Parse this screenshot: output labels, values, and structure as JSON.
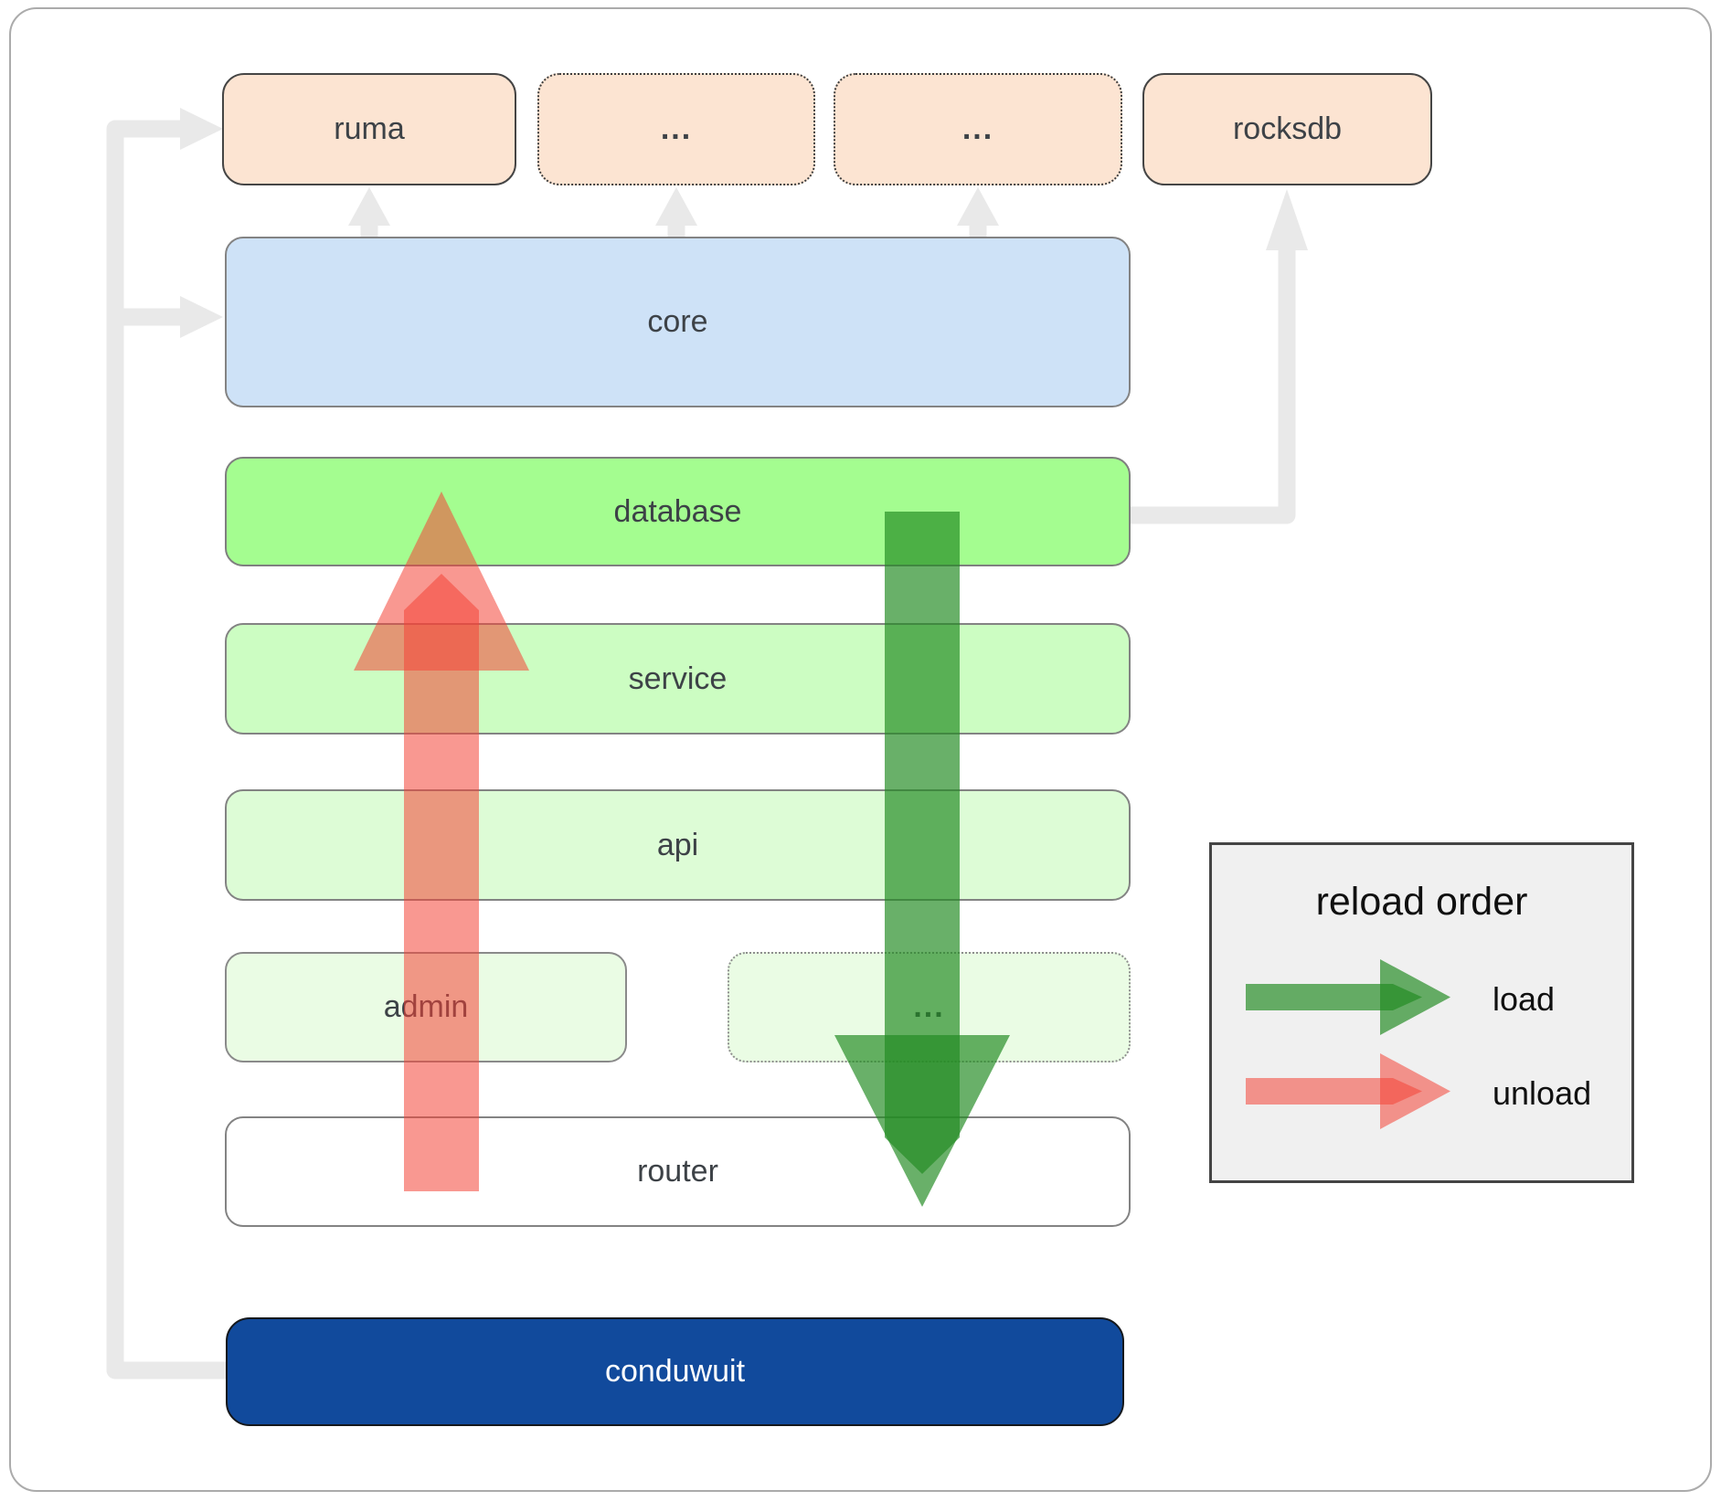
{
  "nodes": {
    "ruma": {
      "label": "ruma"
    },
    "top_dots_1": {
      "label": "..."
    },
    "top_dots_2": {
      "label": "..."
    },
    "rocksdb": {
      "label": "rocksdb"
    },
    "core": {
      "label": "core"
    },
    "database": {
      "label": "database"
    },
    "service": {
      "label": "service"
    },
    "api": {
      "label": "api"
    },
    "admin": {
      "label": "admin"
    },
    "admin_dots": {
      "label": "..."
    },
    "router": {
      "label": "router"
    },
    "conduwuit": {
      "label": "conduwuit"
    }
  },
  "legend": {
    "title": "reload order",
    "items": [
      {
        "label": "load",
        "arrow": "green-right-arrow"
      },
      {
        "label": "unload",
        "arrow": "red-right-arrow"
      }
    ]
  },
  "colors": {
    "peach-fill": "#fce4d2",
    "core-fill": "#cee2f7",
    "database-fill": "#a4fd90",
    "service-fill": "#ccfdc2",
    "api-fill": "#ddfcd6",
    "admin-fill": "#eafce4",
    "router-fill": "#ffffff",
    "conduwuit-fill": "#114a9c",
    "connector-gray": "#e9e9e9",
    "arrow-green": "rgba(34,139,34,0.68)",
    "arrow-red": "rgba(244,67,54,0.55)",
    "legend-bg": "#f0f0f0",
    "label-dark": "#3d4247",
    "label-light": "#ffffff"
  }
}
